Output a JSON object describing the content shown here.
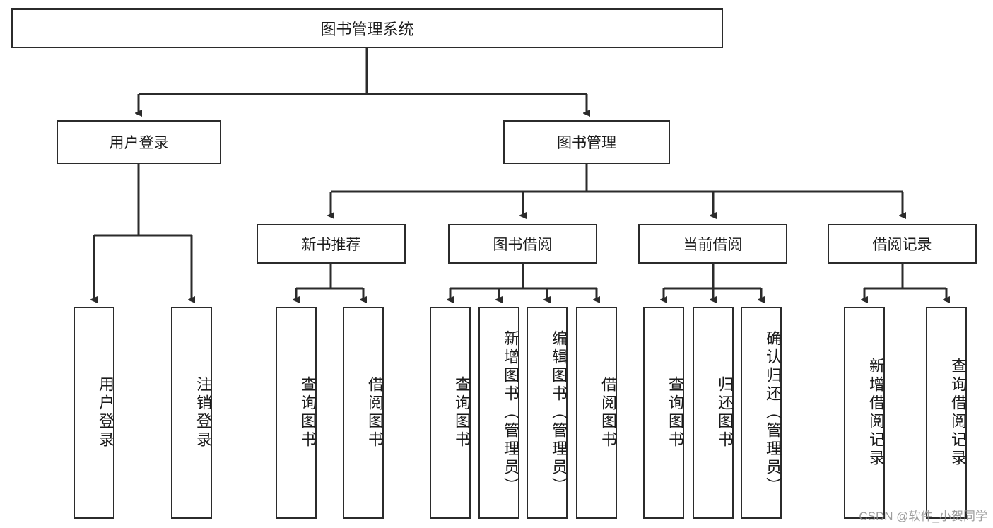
{
  "diagram": {
    "title": "图书管理系统",
    "type": "tree-hierarchy",
    "line_color": "#2b2b2b",
    "background_color": "#ffffff",
    "text_color": "#1a1a1a"
  },
  "nodes": {
    "root": {
      "label": "图书管理系统"
    },
    "level2": [
      {
        "label": "用户登录"
      },
      {
        "label": "图书管理"
      }
    ],
    "level3": [
      {
        "label": "新书推荐"
      },
      {
        "label": "图书借阅"
      },
      {
        "label": "当前借阅"
      },
      {
        "label": "借阅记录"
      }
    ],
    "leaves": {
      "user_login": [
        {
          "label": "用户登录"
        },
        {
          "label": "注销登录"
        }
      ],
      "new_book_recommend": [
        {
          "label": "查询图书"
        },
        {
          "label": "借阅图书"
        }
      ],
      "book_borrow": [
        {
          "label": "查询图书"
        },
        {
          "label": "新增图书（管理员）"
        },
        {
          "label": "编辑图书（管理员）"
        },
        {
          "label": "借阅图书"
        }
      ],
      "current_borrow": [
        {
          "label": "查询图书"
        },
        {
          "label": "归还图书"
        },
        {
          "label": "确认归还（管理员）"
        }
      ],
      "borrow_record": [
        {
          "label": "新增借阅记录"
        },
        {
          "label": "查询借阅记录"
        }
      ]
    }
  },
  "watermark": {
    "text": "CSDN @软件_小贺同学"
  }
}
